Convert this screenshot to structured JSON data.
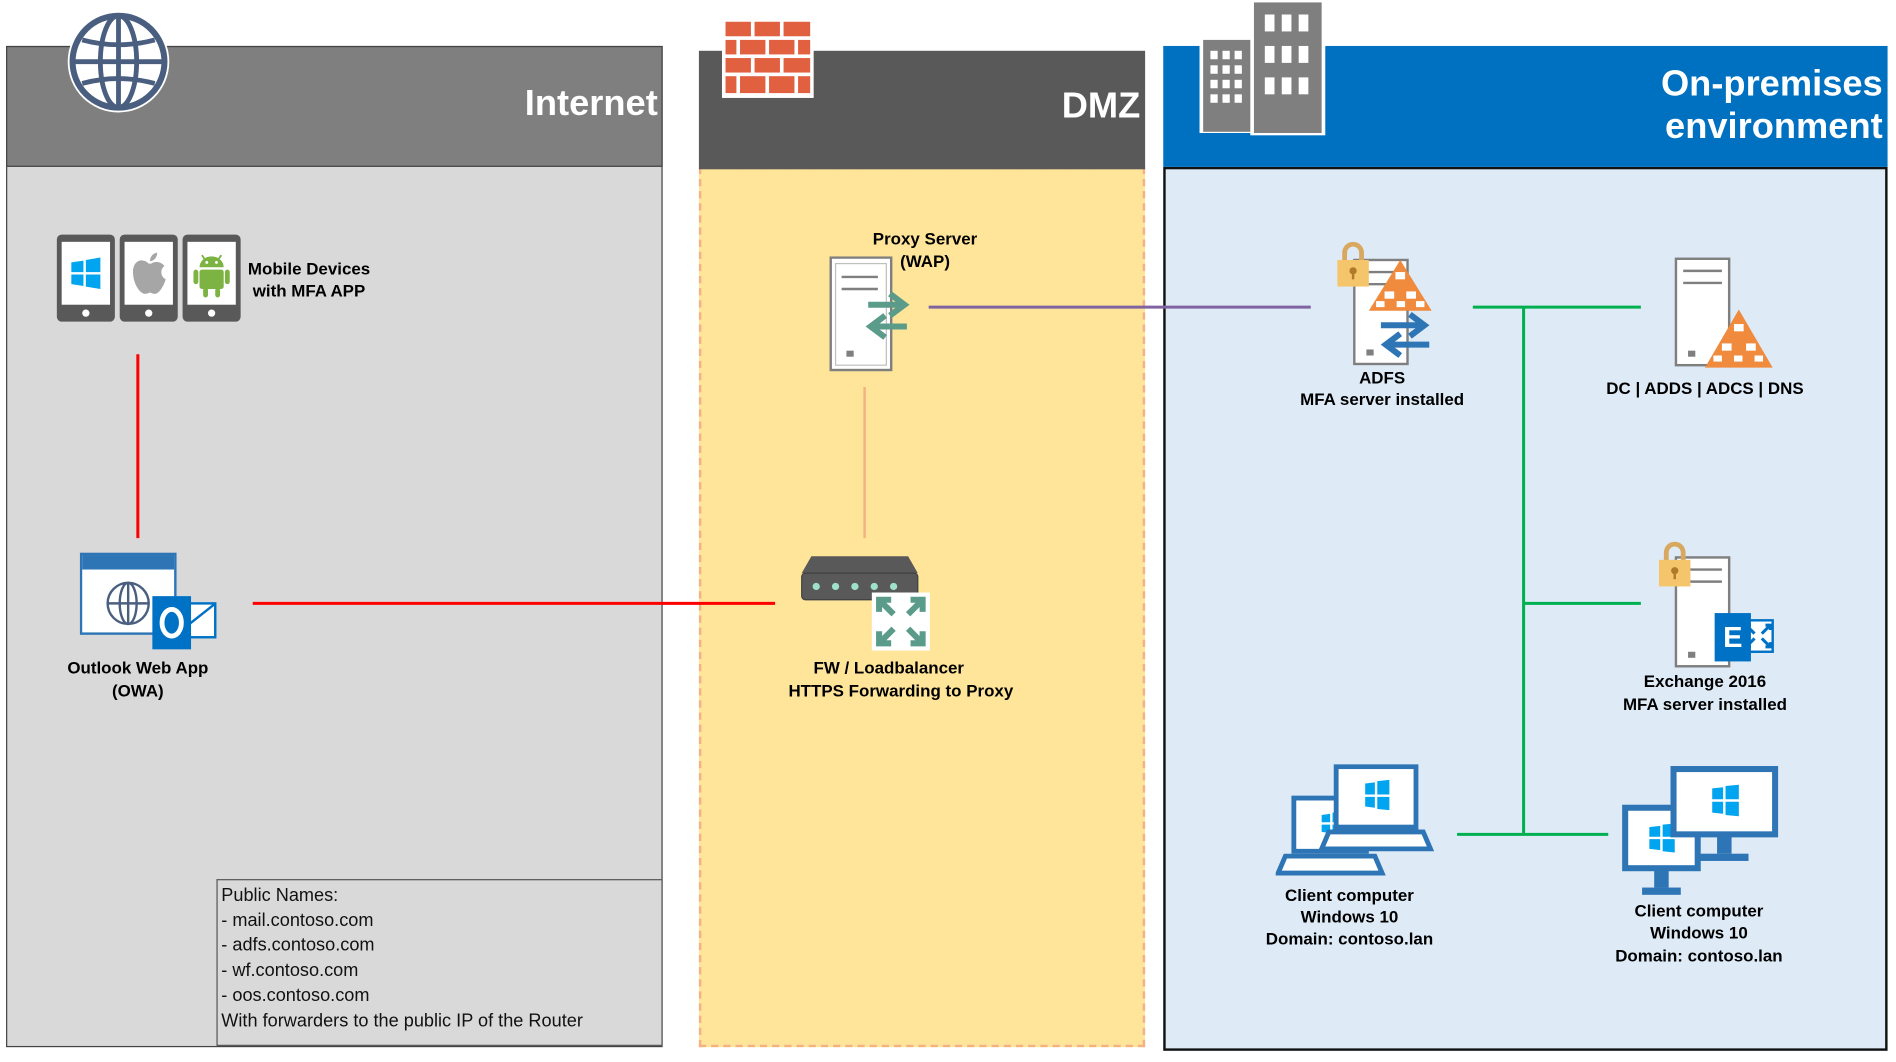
{
  "zones": {
    "internet": {
      "title": "Internet",
      "header_color": "#7f7f7f",
      "body_color": "#d9d9d9"
    },
    "dmz": {
      "title": "DMZ",
      "header_color": "#595959",
      "body_color": "#fee599"
    },
    "onprem": {
      "title_line1": "On-premises",
      "title_line2": "environment",
      "header_color": "#0070c0",
      "body_color": "#deebf7"
    }
  },
  "nodes": {
    "mobile": {
      "line1": "Mobile Devices",
      "line2": "with MFA APP"
    },
    "owa": {
      "line1": "Outlook Web App",
      "line2": "(OWA)"
    },
    "proxy": {
      "line1": "Proxy Server",
      "line2": "(WAP)"
    },
    "fw": {
      "line1": "FW / Loadbalancer",
      "line2": "HTTPS Forwarding to Proxy"
    },
    "adfs": {
      "line1": "ADFS",
      "line2": "MFA server installed"
    },
    "dc": {
      "line1": "DC | ADDS | ADCS | DNS"
    },
    "exchange": {
      "line1": "Exchange 2016",
      "line2": "MFA server installed"
    },
    "client1": {
      "line1": "Client computer",
      "line2": "Windows 10",
      "line3": "Domain: contoso.lan"
    },
    "client2": {
      "line1": "Client computer",
      "line2": "Windows 10",
      "line3": "Domain: contoso.lan"
    }
  },
  "public_names": {
    "heading": "Public Names:",
    "items": [
      "- mail.contoso.com",
      "- adfs.contoso.com",
      "- wf.contoso.com",
      "- oos.contoso.com"
    ],
    "footer": "With forwarders to the public IP of the Router"
  },
  "icons": [
    "globe-icon",
    "firewall-brick-icon",
    "buildings-icon",
    "mobile-devices-icon",
    "owa-icon",
    "proxy-server-icon",
    "loadbalancer-icon",
    "adfs-server-icon",
    "dc-server-icon",
    "exchange-server-icon",
    "client-laptops-icon",
    "client-desktops-icon"
  ],
  "connector_colors": {
    "red": "#ff0000",
    "orange": "#f4b183",
    "purple": "#8064a2",
    "green": "#00b050"
  }
}
